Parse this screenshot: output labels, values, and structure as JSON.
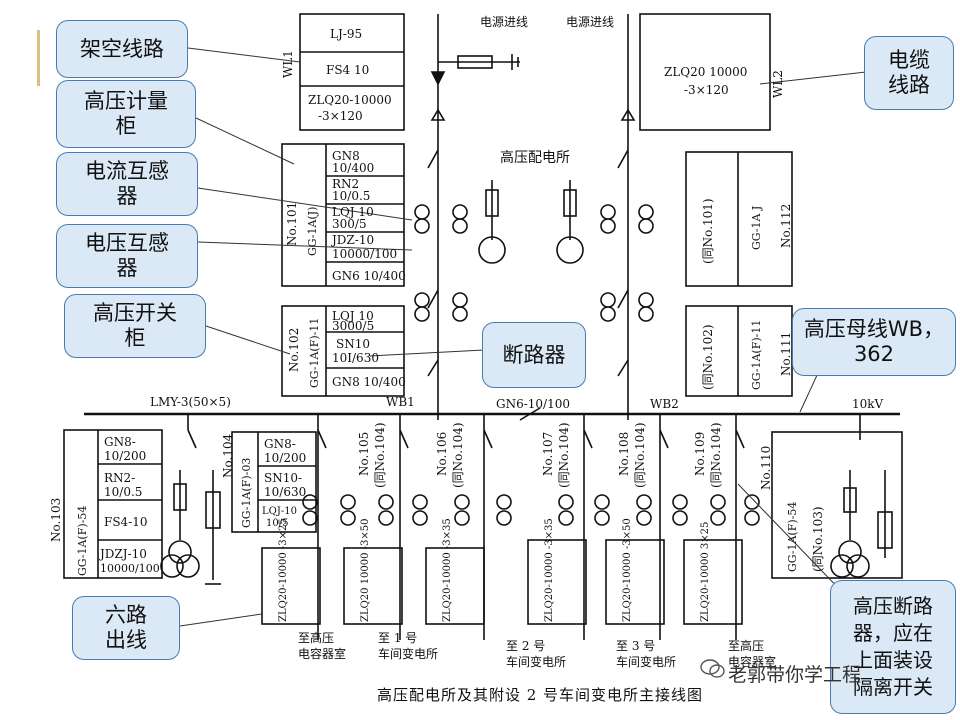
{
  "callouts": {
    "overhead_line": "架空线路",
    "hv_metering_cabinet": "高压计量\n柜",
    "current_transformer": "电流互感\n器",
    "voltage_transformer": "电压互感\n器",
    "hv_switch_cabinet": "高压开关\n柜",
    "breaker": "断路器",
    "cable_line": "电缆\n线路",
    "hv_busbar": "高压母线WB，\n362",
    "six_outgoing": "六路\n出线",
    "hv_breaker_note": "高压断路\n器，应在\n上面装设\n隔离开关"
  },
  "top": {
    "power_in_left": "电源进线",
    "power_in_right": "电源进线",
    "substation": "高压配电所",
    "w1": "WL1",
    "w2": "WL2"
  },
  "left_overhead_table": [
    "LJ-95",
    "FS4  10",
    "ZLQ20-10000",
    "-3×120"
  ],
  "right_cable_table": [
    "ZLQ20  10000",
    "-3×120"
  ],
  "cab101": {
    "no": "No.101",
    "type": "GG-1A(J)",
    "rows": [
      "GN8",
      "10/400",
      "RN2",
      "10/0.5",
      "LQJ  10",
      "300/5",
      "JDZ-10",
      "10000/100",
      "GN6  10/400"
    ]
  },
  "cab102": {
    "no": "No.102",
    "type": "GG-1A(F)-11",
    "rows": [
      "LQJ  10",
      "3000/5",
      "SN10",
      "10I/630",
      "GN8  10/400"
    ]
  },
  "cab_right_upper": {
    "no": "No.112",
    "type": "GG-1A  J",
    "ref": "(同No.101)"
  },
  "cab_right_mid": {
    "no": "No.111",
    "type": "GG-1A(F)-11",
    "ref": "(同No.102)"
  },
  "bus": {
    "lmy": "LMY-3(50×5)",
    "wb1": "WB1",
    "wb2": "WB2",
    "gn6": "GN6-10/100",
    "kv": "10kV"
  },
  "cab103": {
    "no": "No.103",
    "type": "GG-1A(F)-54",
    "rows": [
      "GN8-",
      "10/200",
      "RN2-",
      "10/0.5",
      "FS4-10",
      "JDZJ-10",
      "10000/100"
    ]
  },
  "cab104_label": "No.104",
  "cab_feeder": {
    "type": "GG-1A(F)-03",
    "rows": [
      "GN8-",
      "10/200",
      "SN10-",
      "10/630",
      "LQJ-10",
      "10/5"
    ]
  },
  "feeder_nos": [
    {
      "no": "No.105",
      "ref": "(同No.104)"
    },
    {
      "no": "No.106",
      "ref": "(同No.104)"
    },
    {
      "no": "No.107",
      "ref": "(同No.104)"
    },
    {
      "no": "No.108",
      "ref": "(同No.104)"
    },
    {
      "no": "No.109",
      "ref": "(同No.104)"
    }
  ],
  "cab110": {
    "no": "No.110",
    "type": "GG-1A(F)-54",
    "ref": "(同No.103)"
  },
  "cables": [
    "ZLQ20-10000 -3×25",
    "ZLQ20 10000 -3×50",
    "ZLQ20-10000 -3×35",
    "ZLQ20-10000 -3×35",
    "ZLQ20-10000 -3×50",
    "ZLQ20-10000 3×25"
  ],
  "destinations": [
    "至高压\n电容器室",
    "至 1 号\n车间变电所",
    "至 2 号\n车间变电所",
    "至 3 号\n车间变电所",
    "至高压\n电容器室"
  ],
  "caption": "高压配电所及其附设 2 号车间变电所主接线图",
  "watermark": "老郭带你学工程",
  "watermark2": "隔离开关"
}
